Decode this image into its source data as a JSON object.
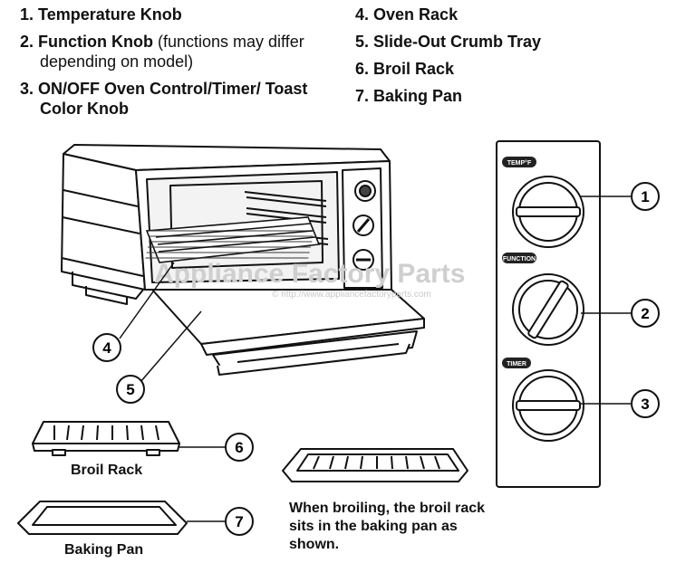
{
  "legend_left": [
    {
      "num": "1.",
      "label": "Temperature Knob",
      "sub": ""
    },
    {
      "num": "2.",
      "label": "Function Knob",
      "sub": " (functions may differ depending on model)"
    },
    {
      "num": "3.",
      "label": "ON/OFF Oven Control/Timer/ Toast Color Knob",
      "sub": ""
    }
  ],
  "legend_right": [
    {
      "num": "4.",
      "label": "Oven Rack"
    },
    {
      "num": "5.",
      "label": "Slide-Out Crumb Tray"
    },
    {
      "num": "6.",
      "label": "Broil Rack"
    },
    {
      "num": "7.",
      "label": "Baking Pan"
    }
  ],
  "control_panel": {
    "knobs": [
      {
        "label": "TEMP°F",
        "callout": "1"
      },
      {
        "label": "FUNCTION",
        "callout": "2"
      },
      {
        "label": "TIMER",
        "callout": "3"
      }
    ]
  },
  "callouts": {
    "oven_rack": "4",
    "crumb_tray": "5",
    "broil_rack": "6",
    "baking_pan": "7"
  },
  "captions": {
    "broil_rack": "Broil Rack",
    "baking_pan": "Baking Pan",
    "note": "When broiling, the broil rack sits in the baking pan as shown."
  },
  "watermark": {
    "title": "Appliance Factory Parts",
    "url": "© http://www.appliancefactoryparts.com"
  }
}
